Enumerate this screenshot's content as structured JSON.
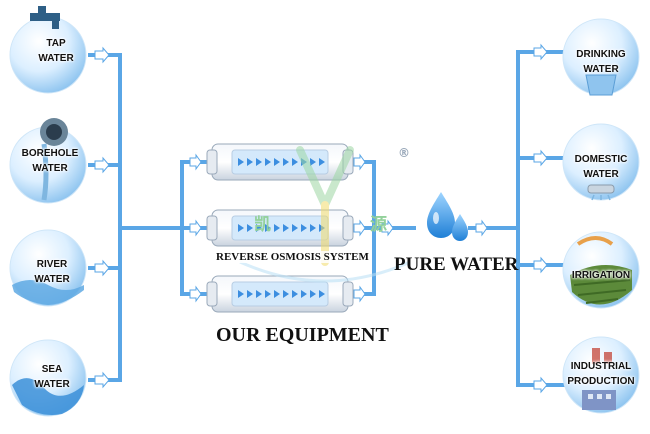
{
  "sources": [
    {
      "id": "tap",
      "line1": "TAP",
      "line2": "WATER",
      "icon": "faucet-icon"
    },
    {
      "id": "borehole",
      "line1": "BOREHOLE",
      "line2": "WATER",
      "icon": "pipe-icon"
    },
    {
      "id": "river",
      "line1": "RIVER",
      "line2": "WATER",
      "icon": "river-wave-icon"
    },
    {
      "id": "sea",
      "line1": "SEA",
      "line2": "WATER",
      "icon": "sea-wave-icon"
    }
  ],
  "uses": [
    {
      "id": "drinking",
      "line1": "DRINKING",
      "line2": "WATER",
      "icon": "water-glass-icon"
    },
    {
      "id": "domestic",
      "line1": "DOMESTIC",
      "line2": "WATER",
      "icon": "shower-icon"
    },
    {
      "id": "irrigation",
      "line1": "IRRIGATION",
      "line2": "",
      "icon": "field-icon"
    },
    {
      "id": "industrial",
      "line1": "INDUSTRIAL",
      "line2": "PRODUCTION",
      "icon": "factory-icon"
    }
  ],
  "equipment": {
    "system_label": "REVERSE OSMOSIS SYSTEM",
    "caption": "OUR EQUIPMENT"
  },
  "output": {
    "label": "PURE WATER",
    "icon": "water-drops-icon"
  },
  "watermark": {
    "chars": [
      "凯",
      "源"
    ],
    "registered": "®"
  },
  "colors": {
    "pipe": "#5aa6e6",
    "pipe_light": "#a9d1f3",
    "arrow": "#3c8ee0",
    "drop": "#1f8fe0"
  }
}
